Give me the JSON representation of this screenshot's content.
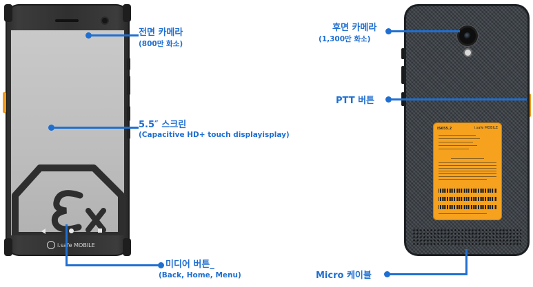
{
  "front_device": {
    "brand_logo_text": "i.safe MOBILE"
  },
  "back_device": {
    "model_tag": "IS655.2",
    "label_brand": "i.safe MOBILE"
  },
  "callouts": {
    "front_camera": {
      "title": "전면 카메라",
      "subtitle": "(800만 화소)"
    },
    "screen": {
      "title": "5.5″ 스크린",
      "subtitle": "(Capacitive HD+ touch displayisplay)"
    },
    "media_buttons": {
      "title": "미디어 버튼_",
      "subtitle": "(Back, Home, Menu)"
    },
    "rear_camera": {
      "title": "후면 카메라",
      "subtitle": "(1,300만 화소)"
    },
    "ptt_button": {
      "title": "PTT 버튼"
    },
    "micro_cable": {
      "title": "Micro 케이블"
    }
  },
  "colors": {
    "callout_blue": "#1f6fd1",
    "orange_accent": "#f39a1b"
  }
}
